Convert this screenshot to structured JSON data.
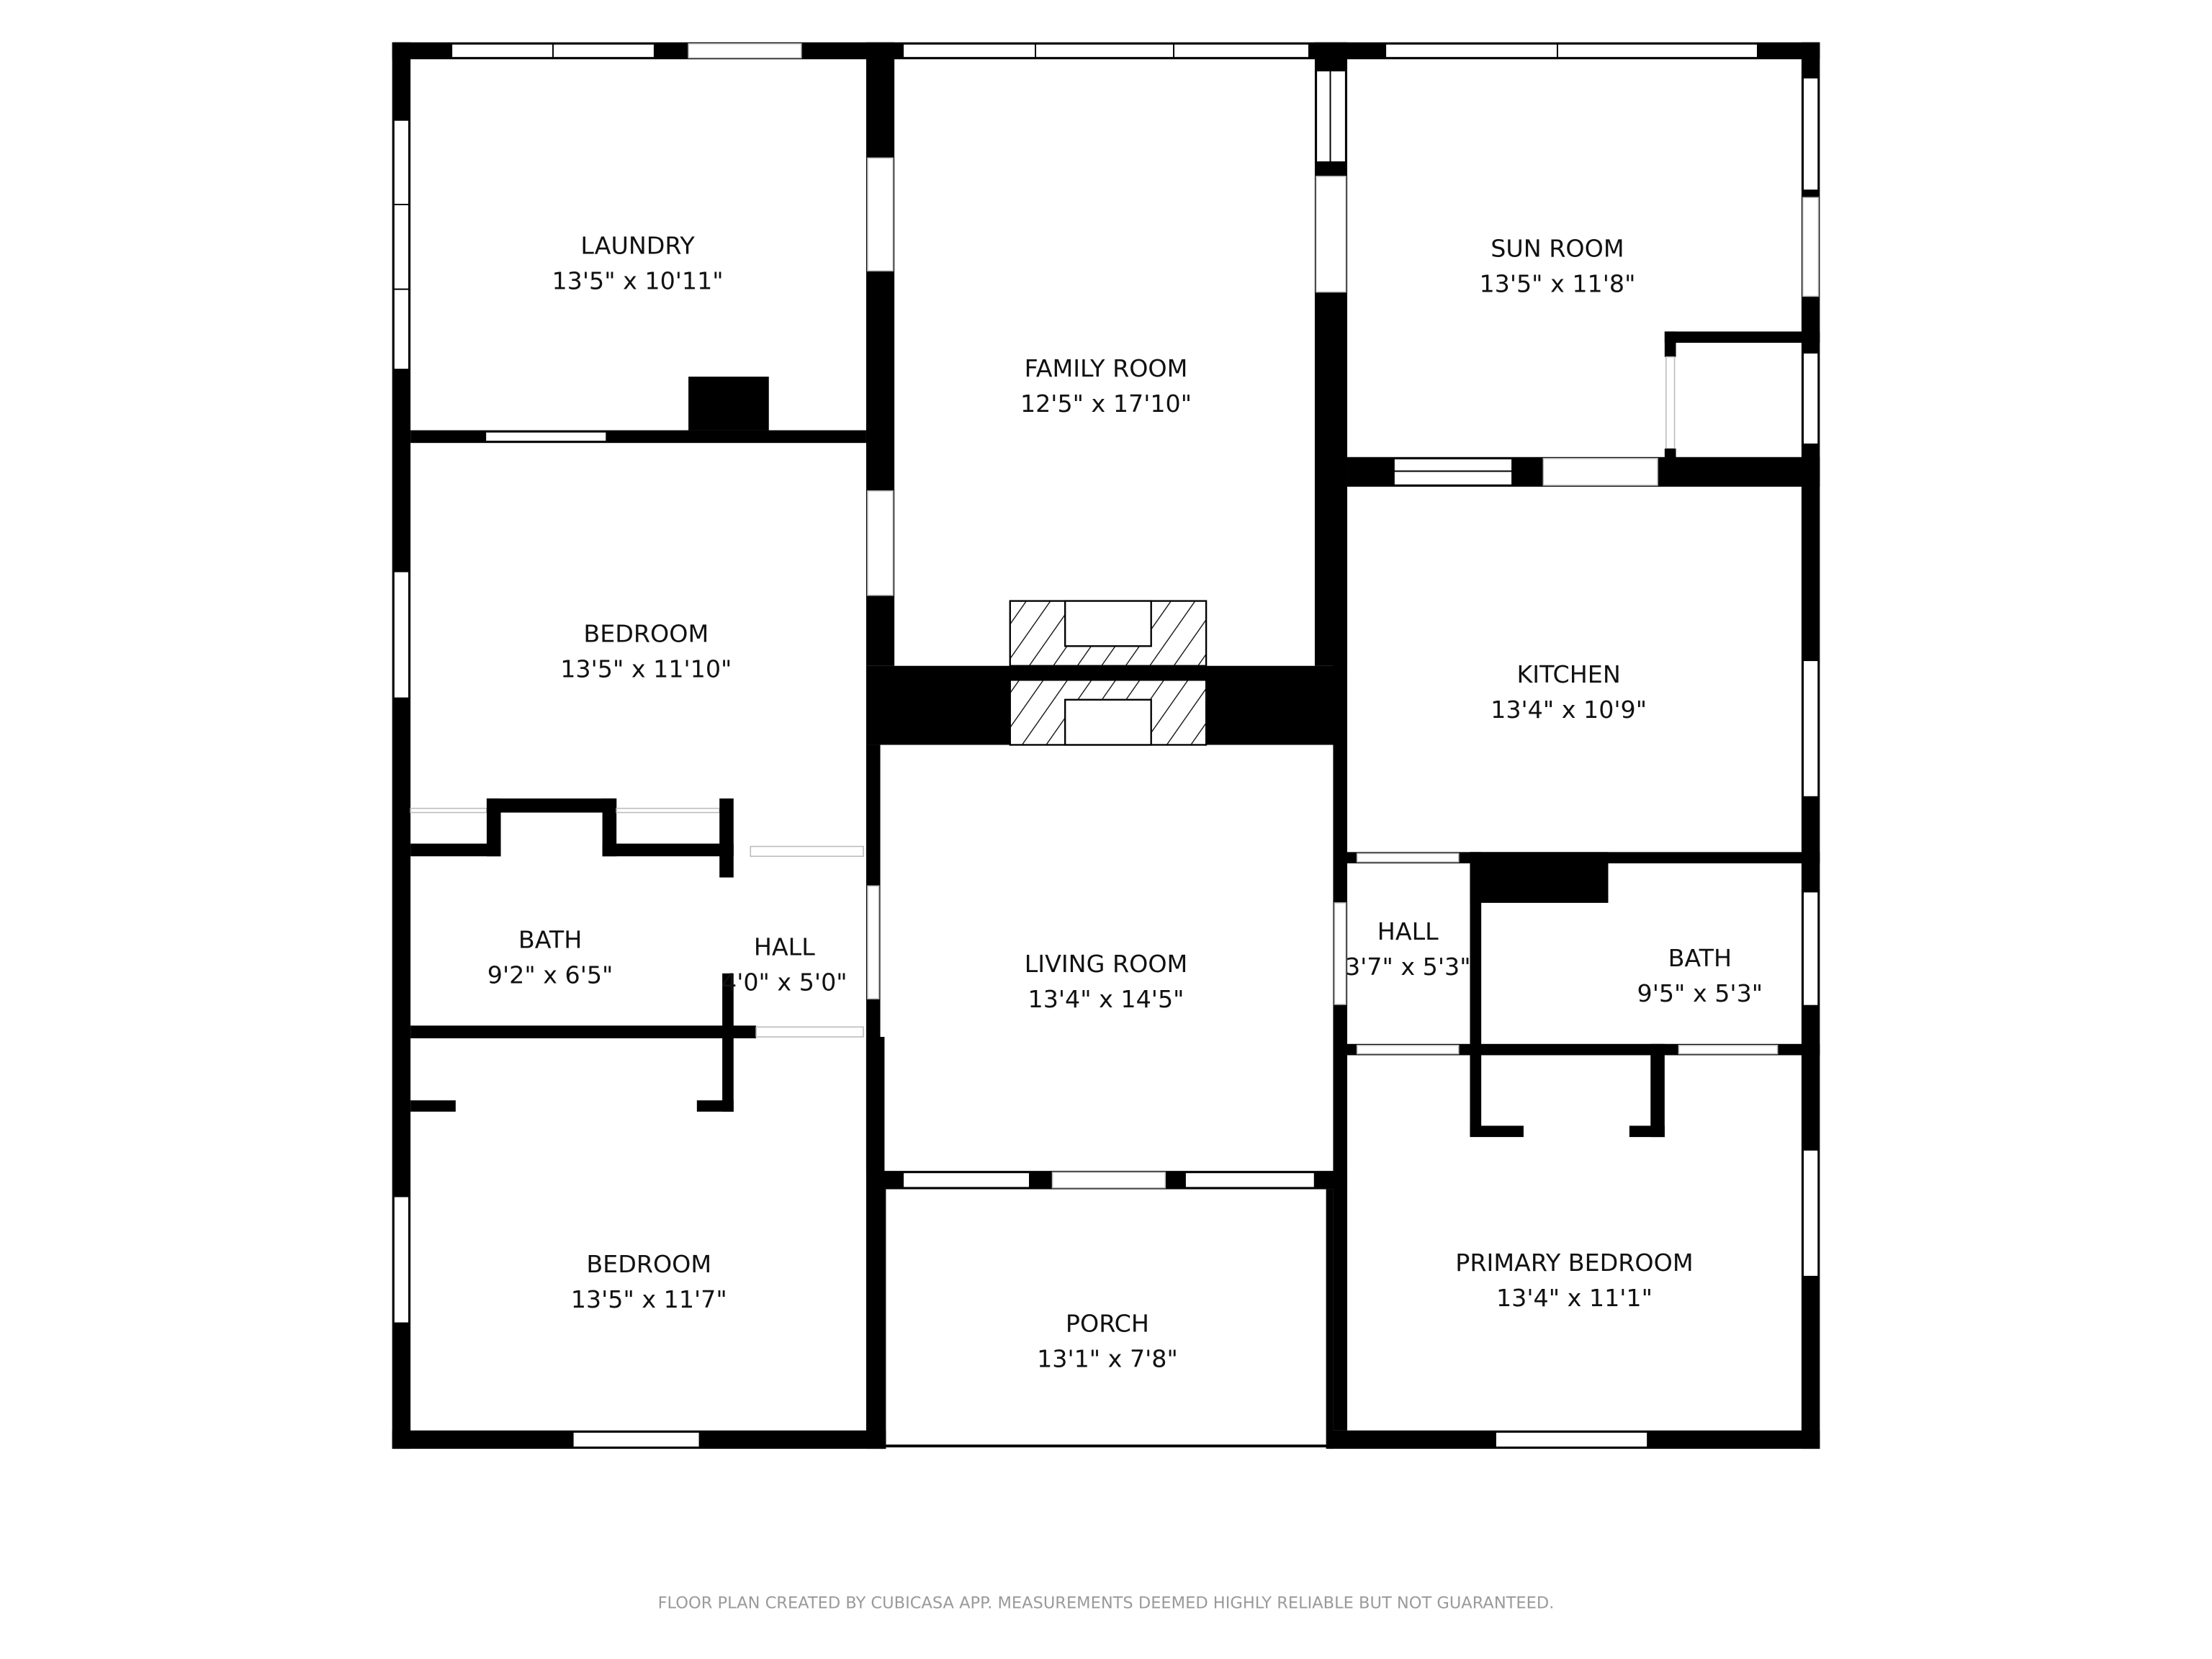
{
  "rooms": [
    {
      "id": "laundry",
      "name": "LAUNDRY",
      "size": "13'5\" x 10'11\""
    },
    {
      "id": "family-room",
      "name": "FAMILY ROOM",
      "size": "12'5\" x 17'10\""
    },
    {
      "id": "sun-room",
      "name": "SUN ROOM",
      "size": "13'5\" x 11'8\""
    },
    {
      "id": "bedroom-1",
      "name": "BEDROOM",
      "size": "13'5\" x 11'10\""
    },
    {
      "id": "kitchen",
      "name": "KITCHEN",
      "size": "13'4\" x 10'9\""
    },
    {
      "id": "bath-1",
      "name": "BATH",
      "size": "9'2\" x 6'5\""
    },
    {
      "id": "hall-1",
      "name": "HALL",
      "size": "4'0\" x 5'0\""
    },
    {
      "id": "living-room",
      "name": "LIVING ROOM",
      "size": "13'4\" x 14'5\""
    },
    {
      "id": "hall-2",
      "name": "HALL",
      "size": "3'7\" x 5'3\""
    },
    {
      "id": "bath-2",
      "name": "BATH",
      "size": "9'5\" x 5'3\""
    },
    {
      "id": "bedroom-2",
      "name": "BEDROOM",
      "size": "13'5\" x 11'7\""
    },
    {
      "id": "porch",
      "name": "PORCH",
      "size": "13'1\" x 7'8\""
    },
    {
      "id": "primary-bedroom",
      "name": "PRIMARY BEDROOM",
      "size": "13'4\" x 11'1\""
    }
  ],
  "footer": "FLOOR PLAN CREATED BY CUBICASA APP. MEASUREMENTS DEEMED HIGHLY RELIABLE BUT NOT GUARANTEED.",
  "colors": {
    "wall": "#000000",
    "background": "#ffffff",
    "footer_text": "#9a9a9a"
  }
}
